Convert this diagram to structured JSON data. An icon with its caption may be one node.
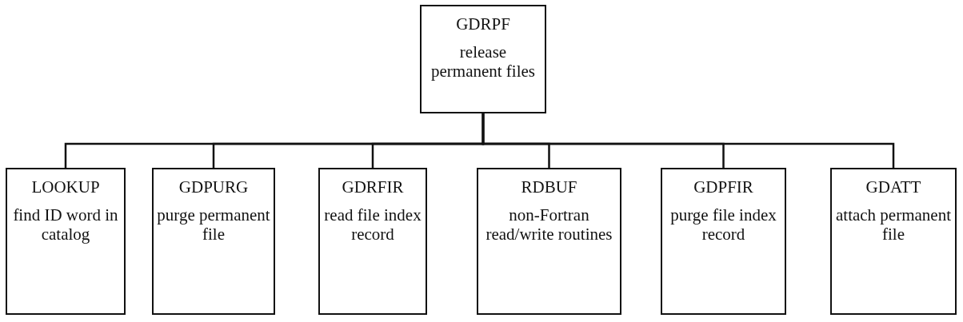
{
  "diagram": {
    "nodes": [
      {
        "text": [
          "GDRPF",
          "release permanent files"
        ]
      },
      {
        "text": [
          "LOOKUP",
          "find ID word in catalog"
        ]
      },
      {
        "text": [
          "GDPURG",
          "purge permanent file"
        ]
      },
      {
        "text": [
          "GDRFIR",
          "read file index record"
        ]
      },
      {
        "text": [
          "RDBUF",
          "non-Fortran read/write routines"
        ]
      },
      {
        "text": [
          "GDPFIR",
          "purge file index record"
        ]
      },
      {
        "text": [
          "GDATT",
          "attach permanent file"
        ]
      }
    ],
    "edges": [
      {
        "from": 0,
        "to": 1,
        "arrow": "none"
      },
      {
        "from": 0,
        "to": 2,
        "arrow": "none"
      },
      {
        "from": 0,
        "to": 3,
        "arrow": "none"
      },
      {
        "from": 0,
        "to": 4,
        "arrow": "none"
      },
      {
        "from": 0,
        "to": 5,
        "arrow": "none"
      },
      {
        "from": 0,
        "to": 6,
        "arrow": "none"
      }
    ]
  }
}
